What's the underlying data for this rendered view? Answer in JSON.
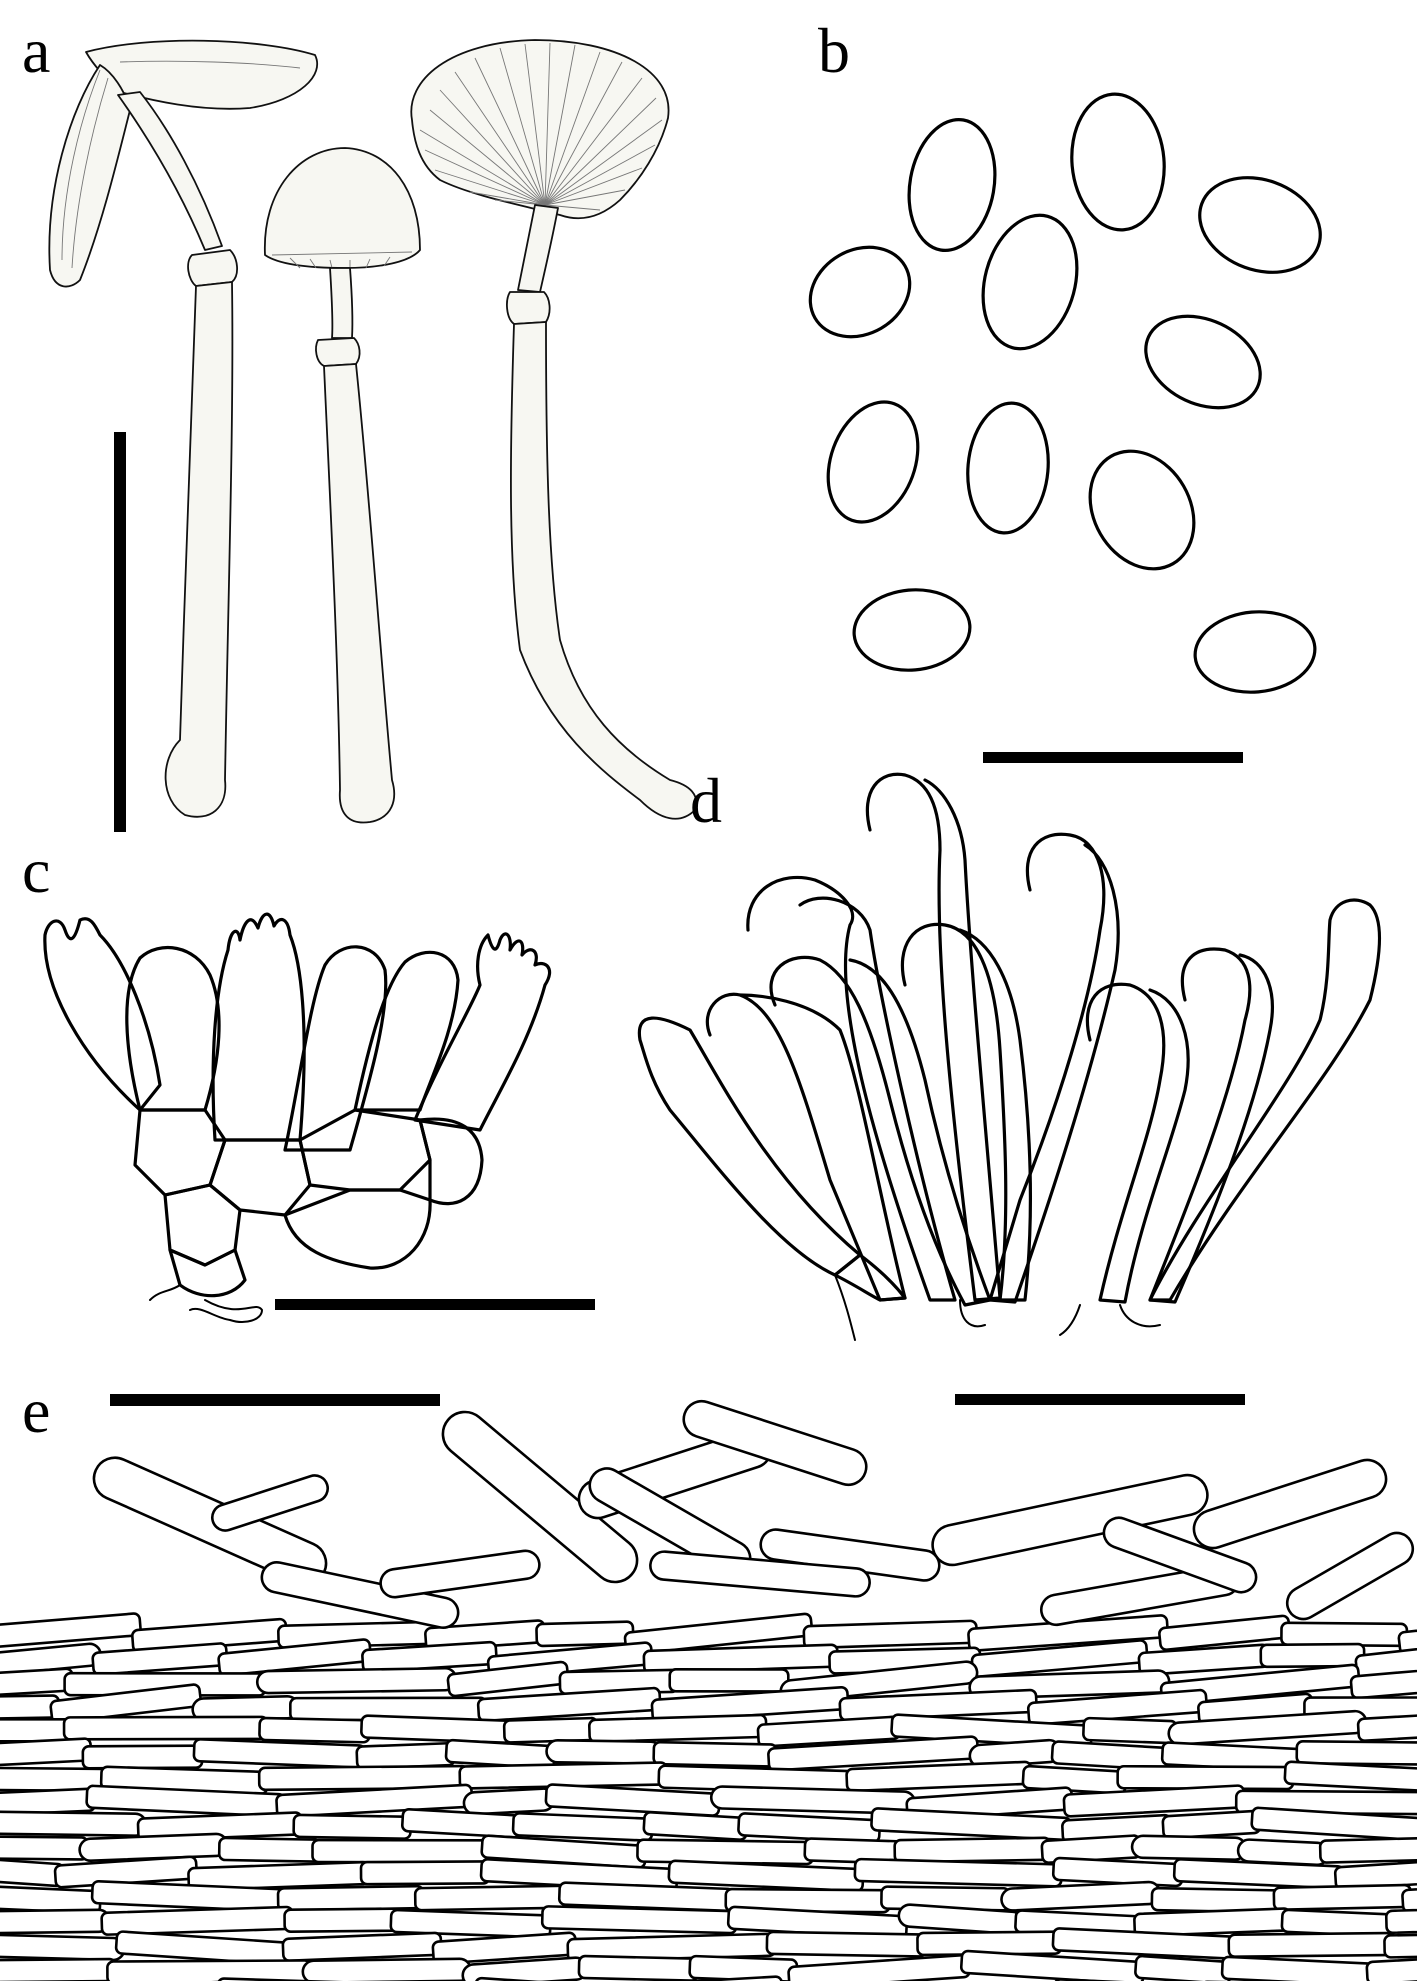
{
  "panels": {
    "a": {
      "label": "a"
    },
    "b": {
      "label": "b"
    },
    "c": {
      "label": "c"
    },
    "d": {
      "label": "d"
    },
    "e": {
      "label": "e"
    }
  }
}
